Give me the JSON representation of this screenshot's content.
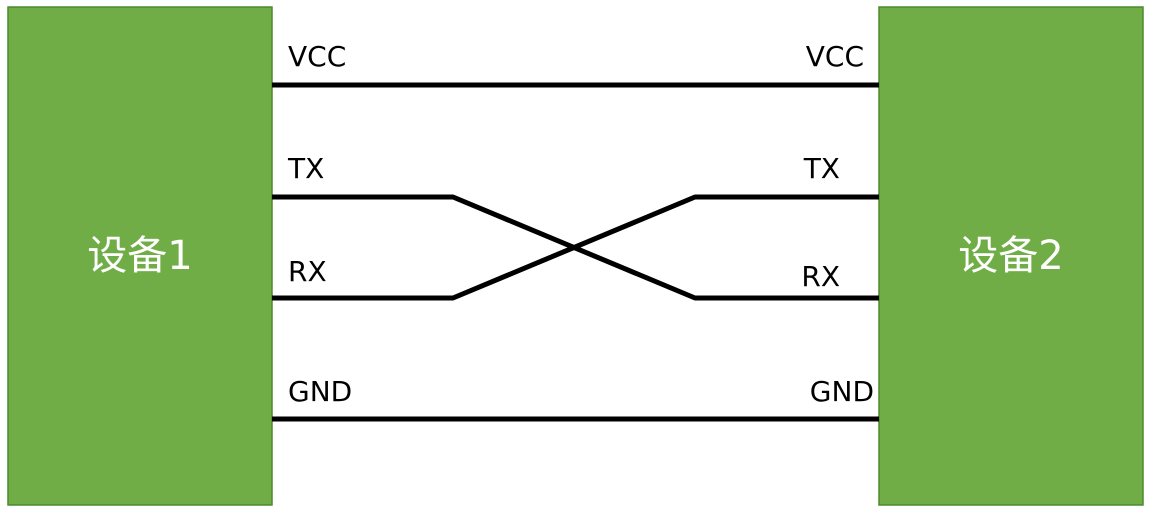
{
  "colors": {
    "device_fill": "#70ad47",
    "device_text": "#ffffff",
    "wire": "#000000",
    "background": "#ffffff"
  },
  "devices": [
    {
      "label": "设备1"
    },
    {
      "label": "设备2"
    }
  ],
  "pins": {
    "left": [
      "VCC",
      "TX",
      "RX",
      "GND"
    ],
    "right": [
      "VCC",
      "TX",
      "RX",
      "GND"
    ]
  },
  "connections": [
    {
      "from": "VCC",
      "to": "VCC"
    },
    {
      "from": "TX",
      "to": "RX"
    },
    {
      "from": "RX",
      "to": "TX"
    },
    {
      "from": "GND",
      "to": "GND"
    }
  ]
}
